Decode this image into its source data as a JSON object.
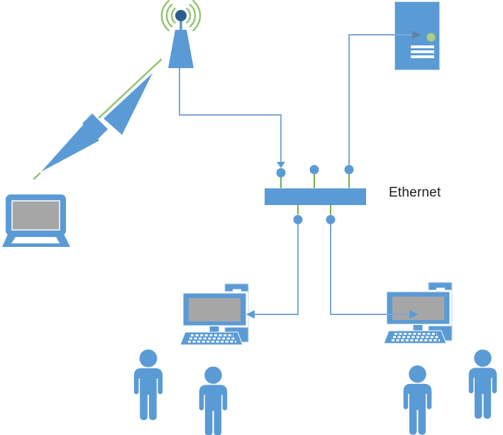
{
  "diagram": {
    "type": "network-diagram",
    "ethernet_label": "Ethernet",
    "nodes": [
      {
        "id": "antenna",
        "name": "wireless-antenna",
        "icon": "antenna-with-radio-waves-icon"
      },
      {
        "id": "wireless-link",
        "name": "wireless-link",
        "icon": "lightning-bolt-icon"
      },
      {
        "id": "laptop",
        "name": "laptop",
        "icon": "laptop-icon"
      },
      {
        "id": "server",
        "name": "server",
        "icon": "server-icon"
      },
      {
        "id": "switch",
        "name": "ethernet-switch",
        "icon": "switch-bar-icon",
        "label": "Ethernet"
      },
      {
        "id": "desktop-left",
        "name": "desktop-computer",
        "icon": "desktop-pc-icon"
      },
      {
        "id": "desktop-right",
        "name": "desktop-computer",
        "icon": "desktop-pc-icon"
      },
      {
        "id": "user-1",
        "name": "user",
        "icon": "person-icon"
      },
      {
        "id": "user-2",
        "name": "user",
        "icon": "person-icon"
      },
      {
        "id": "user-3",
        "name": "user",
        "icon": "person-icon"
      },
      {
        "id": "user-4",
        "name": "user",
        "icon": "person-icon"
      }
    ],
    "connections": [
      {
        "from": "antenna",
        "to": "switch",
        "style": "elbow",
        "arrow_at": "switch"
      },
      {
        "from": "switch",
        "to": "server",
        "style": "elbow",
        "arrow_at": "server"
      },
      {
        "from": "switch",
        "to": "desktop-left",
        "style": "elbow",
        "arrow_at": "desktop-left"
      },
      {
        "from": "switch",
        "to": "desktop-right",
        "style": "elbow",
        "arrow_at": "desktop-right"
      },
      {
        "from": "laptop",
        "to": "antenna",
        "style": "wireless-diagonal",
        "overlay": "lightning-bolt"
      }
    ],
    "unused_connection_points_on_switch_top": 1
  },
  "colors": {
    "node_blue": "#5B9BD5",
    "node_blue_dark": "#2B5D8F",
    "screen_gray": "#A6A6A6",
    "connector_blue": "#7BA7DA",
    "accent_green": "#74B04C",
    "wave_green": "#92C572",
    "led_green": "#A9D08E",
    "label_text": "#1C1C1C"
  }
}
